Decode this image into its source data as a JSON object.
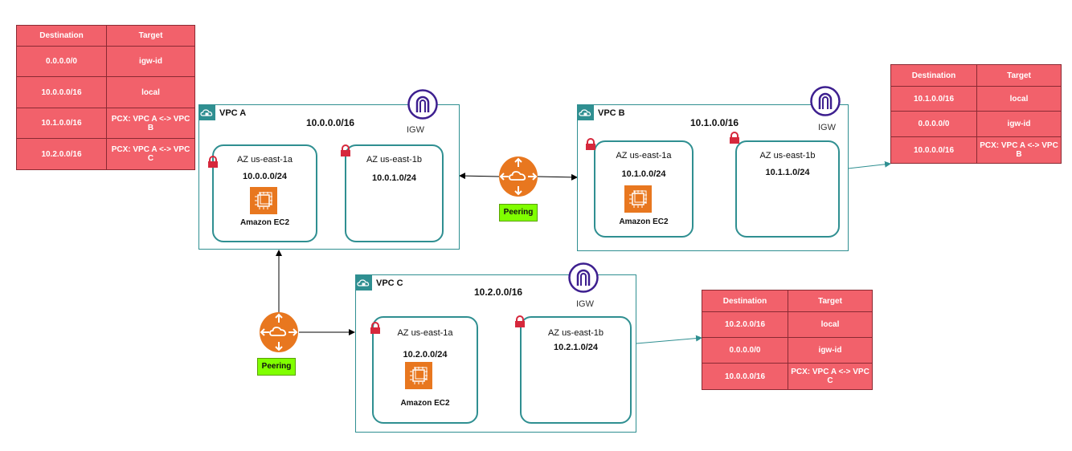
{
  "route_tables": {
    "vpc_a": {
      "headers": [
        "Destination",
        "Target"
      ],
      "rows": [
        [
          "0.0.0.0/0",
          "igw-id"
        ],
        [
          "10.0.0.0/16",
          "local"
        ],
        [
          "10.1.0.0/16",
          "PCX: VPC A <-> VPC B"
        ],
        [
          "10.2.0.0/16",
          "PCX: VPC A <-> VPC C"
        ]
      ]
    },
    "vpc_b": {
      "headers": [
        "Destination",
        "Target"
      ],
      "rows": [
        [
          "10.1.0.0/16",
          "local"
        ],
        [
          "0.0.0.0/0",
          "igw-id"
        ],
        [
          "10.0.0.0/16",
          "PCX:  VPC A <-> VPC B"
        ]
      ]
    },
    "vpc_c": {
      "headers": [
        "Destination",
        "Target"
      ],
      "rows": [
        [
          "10.2.0.0/16",
          "local"
        ],
        [
          "0.0.0.0/0",
          "igw-id"
        ],
        [
          "10.0.0.0/16",
          "PCX: VPC A <-> VPC C"
        ]
      ]
    }
  },
  "vpcs": {
    "a": {
      "name": "VPC A",
      "cidr": "10.0.0.0/16",
      "igw": "IGW",
      "az1": {
        "name": "AZ us-east-1a",
        "cidr": "10.0.0.0/24",
        "ec2": "Amazon EC2"
      },
      "az2": {
        "name": "AZ us-east-1b",
        "cidr": "10.0.1.0/24"
      }
    },
    "b": {
      "name": "VPC B",
      "cidr": "10.1.0.0/16",
      "igw": "IGW",
      "az1": {
        "name": "AZ us-east-1a",
        "cidr": "10.1.0.0/24",
        "ec2": "Amazon EC2"
      },
      "az2": {
        "name": "AZ us-east-1b",
        "cidr": "10.1.1.0/24"
      }
    },
    "c": {
      "name": "VPC C",
      "cidr": "10.2.0.0/16",
      "igw": "IGW",
      "az1": {
        "name": "AZ us-east-1a",
        "cidr": "10.2.0.0/24",
        "ec2": "Amazon EC2"
      },
      "az2": {
        "name": "AZ us-east-1b",
        "cidr": "10.2.1.0/24"
      }
    }
  },
  "peerings": {
    "ab": {
      "label": "Peering"
    },
    "ac": {
      "label": "Peering"
    }
  },
  "colors": {
    "route_table": "#f2616b",
    "vpc_border": "#2f8f91",
    "lock": "#d6283c",
    "igw": "#3d1f8f",
    "peering_router": "#e8771f",
    "peering_label": "#80ff00",
    "ec2": "#e8771f"
  },
  "icons": {
    "vpc": "cloud-lock-icon",
    "igw": "internet-gateway-icon",
    "az_lock": "padlock-icon",
    "ec2": "ec2-chip-icon",
    "peering": "router-icon"
  }
}
